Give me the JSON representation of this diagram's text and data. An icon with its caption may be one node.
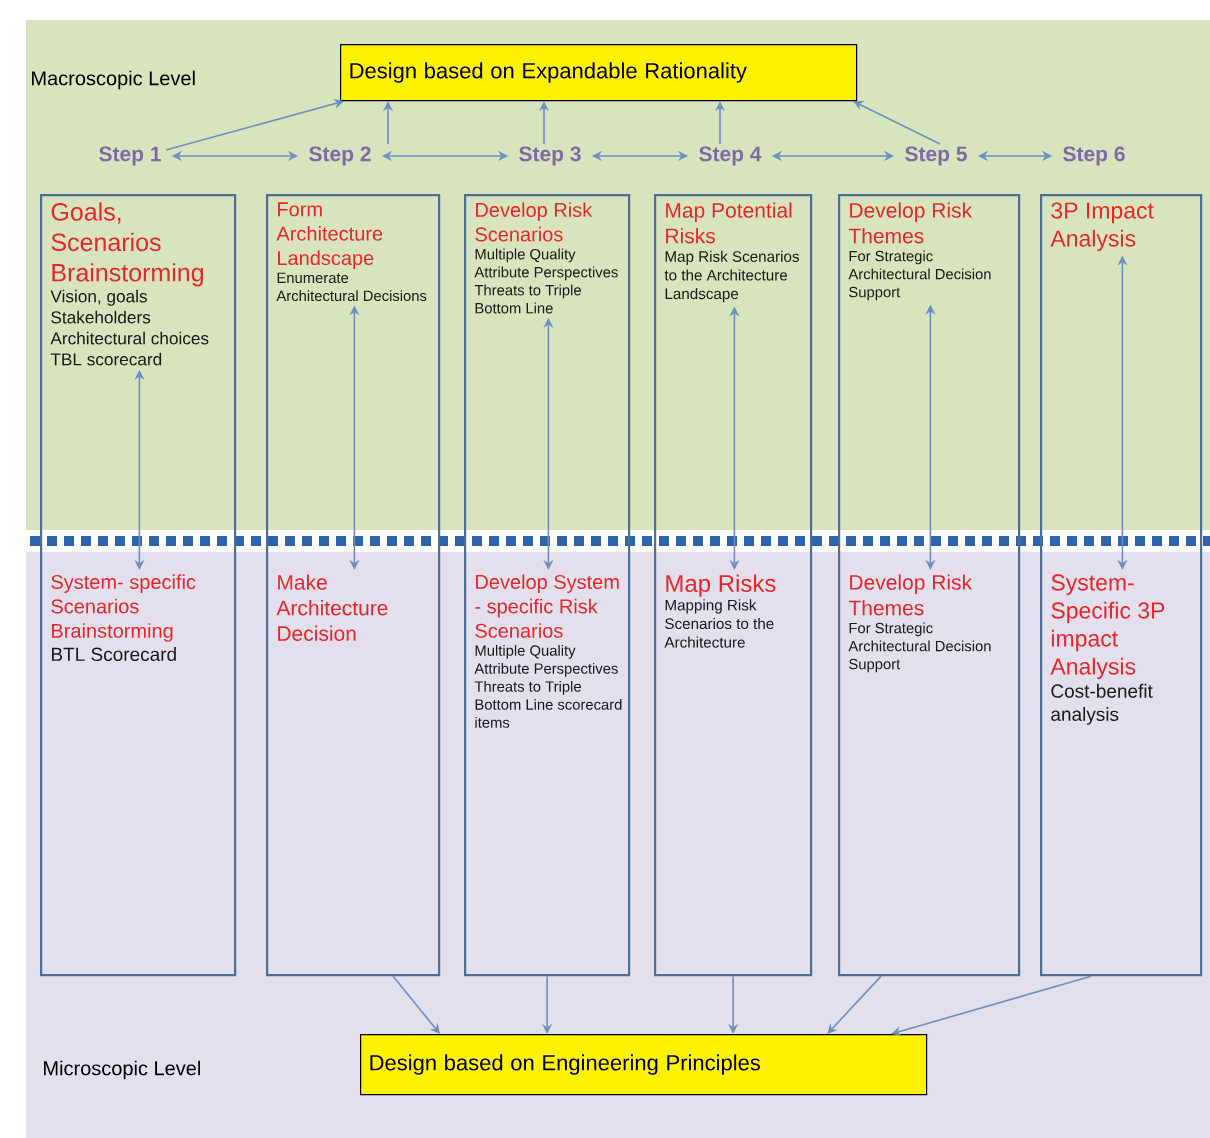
{
  "diagram": {
    "nodes": [
      {
        "text": [
          "Design based on Expandable Rationality"
        ]
      },
      {
        "text": [
          "Step 1"
        ]
      },
      {
        "text": [
          "Step 2"
        ]
      },
      {
        "text": [
          "Step 3"
        ]
      },
      {
        "text": [
          "Step 4"
        ]
      },
      {
        "text": [
          "Step 5"
        ]
      },
      {
        "text": [
          "Step 6"
        ]
      },
      {
        "text": [],
        "shape": "box"
      },
      {
        "text": [
          "Goals, Scenarios Brainstorming",
          "Vision, goals Stakeholders Architectural choices TBL scorecard"
        ],
        "in": 7
      },
      {
        "text": [
          "System- specific Scenarios Brainstorming",
          "BTL Scorecard"
        ],
        "in": 7
      },
      {
        "text": [],
        "shape": "box"
      },
      {
        "text": [
          "Form Architecture Landscape",
          "Enumerate Architectural Decisions"
        ],
        "in": 10
      },
      {
        "text": [
          "Make Architecture Decision"
        ],
        "in": 10
      },
      {
        "text": [],
        "shape": "box"
      },
      {
        "text": [
          "Develop Risk Scenarios",
          "Multiple Quality Attribute Perspectives Threats to Triple Bottom Line"
        ],
        "in": 13
      },
      {
        "text": [
          "Develop System - specific Risk Scenarios",
          "Multiple Quality Attribute Perspectives Threats to Triple Bottom Line scorecard items"
        ],
        "in": 13
      },
      {
        "text": [],
        "shape": "box"
      },
      {
        "text": [
          "Map Potential Risks",
          "Map Risk Scenarios to the Architecture Landscape"
        ],
        "in": 16
      },
      {
        "text": [
          "Map Risks",
          "Mapping Risk Scenarios to the Architecture"
        ],
        "in": 16
      },
      {
        "text": [],
        "shape": "box"
      },
      {
        "text": [
          "Develop Risk Themes",
          "For Strategic Architectural Decision Support"
        ],
        "in": 19
      },
      {
        "text": [
          "Develop Risk Themes",
          "For Strategic Architectural Decision Support"
        ],
        "in": 19
      },
      {
        "text": [],
        "shape": "box"
      },
      {
        "text": [
          "3P Impact Analysis"
        ],
        "in": 22
      },
      {
        "text": [
          "System- Specific 3P impact Analysis",
          "Cost-benefit analysis"
        ],
        "in": 22
      },
      {
        "text": [
          "Design based on Engineering Principles"
        ]
      }
    ],
    "edges": [
      {
        "from": 1,
        "to": 0,
        "arrow": "to"
      },
      {
        "from": 2,
        "to": 0,
        "arrow": "to"
      },
      {
        "from": 3,
        "to": 0,
        "arrow": "to"
      },
      {
        "from": 4,
        "to": 0,
        "arrow": "to"
      },
      {
        "from": 5,
        "to": 0,
        "arrow": "to"
      },
      {
        "from": 1,
        "to": 2,
        "arrow": "both"
      },
      {
        "from": 2,
        "to": 3,
        "arrow": "both"
      },
      {
        "from": 3,
        "to": 4,
        "arrow": "both"
      },
      {
        "from": 4,
        "to": 5,
        "arrow": "both"
      },
      {
        "from": 5,
        "to": 6,
        "arrow": "both"
      },
      {
        "from": 8,
        "to": 9,
        "arrow": "both"
      },
      {
        "from": 11,
        "to": 12,
        "arrow": "both"
      },
      {
        "from": 14,
        "to": 15,
        "arrow": "both"
      },
      {
        "from": 17,
        "to": 18,
        "arrow": "both"
      },
      {
        "from": 20,
        "to": 21,
        "arrow": "both"
      },
      {
        "from": 23,
        "to": 24,
        "arrow": "both"
      },
      {
        "from": 10,
        "to": 25,
        "arrow": "to"
      },
      {
        "from": 13,
        "to": 25,
        "arrow": "to"
      },
      {
        "from": 16,
        "to": 25,
        "arrow": "to"
      },
      {
        "from": 19,
        "to": 25,
        "arrow": "to"
      },
      {
        "from": 22,
        "to": 25,
        "arrow": "to"
      }
    ],
    "labels": [
      "Macroscopic Level",
      "Microscopic Level"
    ]
  }
}
